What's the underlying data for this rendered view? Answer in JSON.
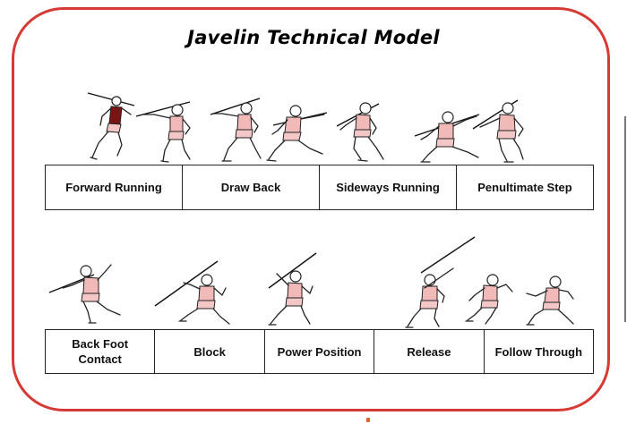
{
  "title": "Javelin Technical Model",
  "colors": {
    "frame": "#d63a35",
    "shirt": "#f2b9b9",
    "text": "#111111"
  },
  "phases_row1": [
    {
      "label": "Forward Running"
    },
    {
      "label": "Draw Back"
    },
    {
      "label": "Sideways Running"
    },
    {
      "label": "Penultimate Step"
    }
  ],
  "phases_row2": [
    {
      "label": "Back Foot\nContact"
    },
    {
      "label": "Block"
    },
    {
      "label": "Power Position"
    },
    {
      "label": "Release"
    },
    {
      "label": "Follow Through"
    }
  ]
}
